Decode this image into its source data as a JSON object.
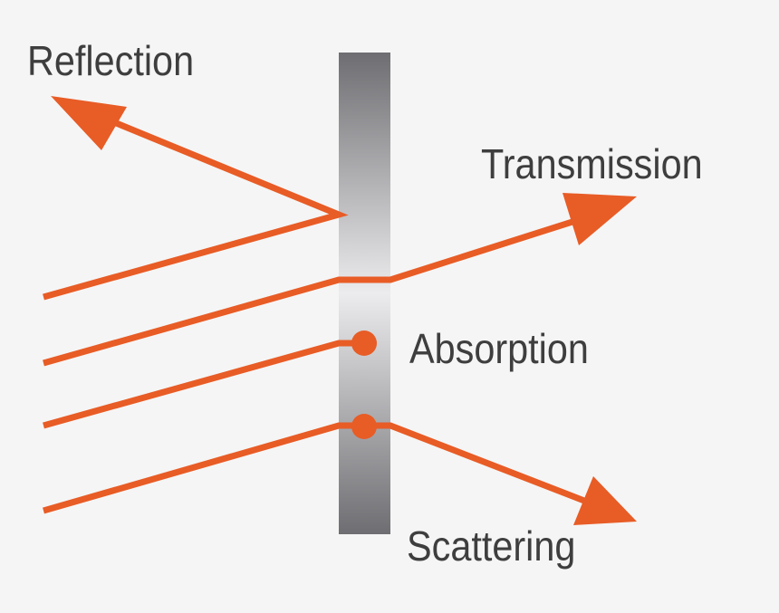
{
  "labels": {
    "reflection": "Reflection",
    "transmission": "Transmission",
    "absorption": "Absorption",
    "scattering": "Scattering"
  },
  "colors": {
    "background": "#f5f5f5",
    "ray": "#e85c26",
    "text": "#3e3e3e",
    "slab_dark": "#6e6e72",
    "slab_light": "#ececee"
  }
}
